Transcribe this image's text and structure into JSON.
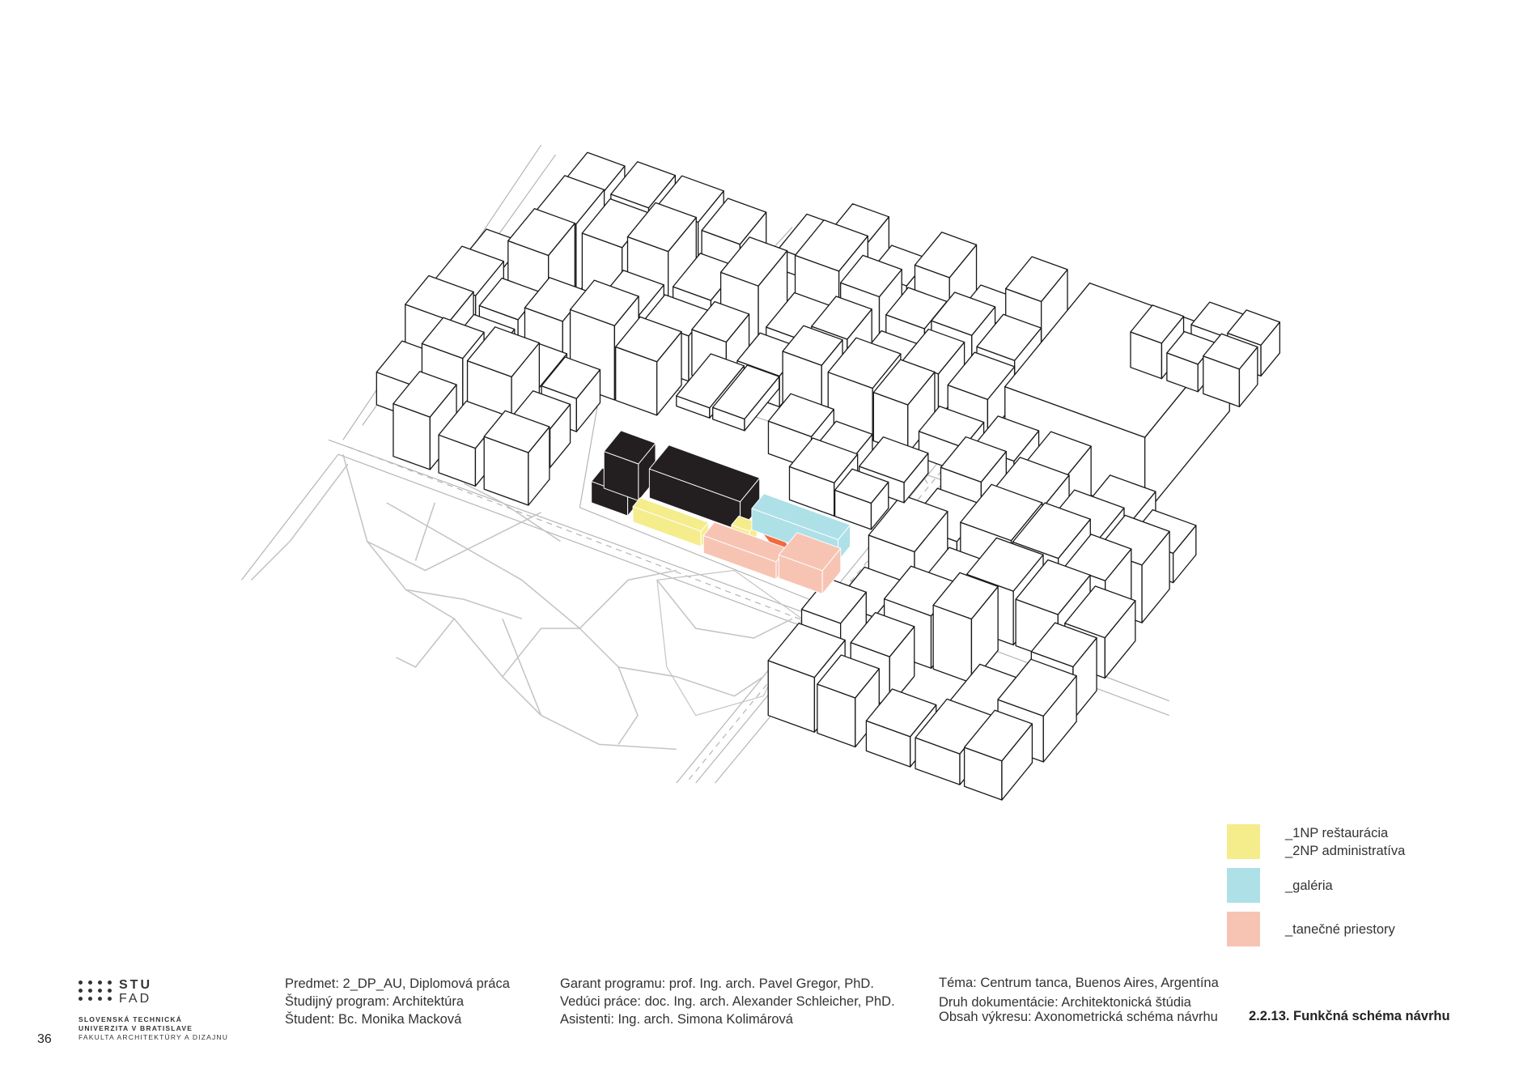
{
  "drawing": {
    "title": "2.2.13. Funkčná schéma návrhu",
    "page_number": "36"
  },
  "legend": [
    {
      "lines": [
        "_1NP reštaurácia",
        "_2NP administratíva"
      ],
      "color": "#f5ec8c"
    },
    {
      "lines": [
        "_galéria"
      ],
      "color": "#aee0e8"
    },
    {
      "lines": [
        "_tanečné priestory"
      ],
      "color": "#f7c4b4"
    }
  ],
  "colors": {
    "accent_orange": "#f26a3c",
    "building_dark": "#231f20",
    "line": "#1a1a1a",
    "street": "#b5b5b5"
  },
  "logo": {
    "mark_top": "STU",
    "mark_bottom": "FAD",
    "line1": "SLOVENSKÁ TECHNICKÁ",
    "line2": "UNIVERZITA V BRATISLAVE",
    "line3": "FAKULTA ARCHITEKTÚRY A DIZAJNU"
  },
  "footer": {
    "col1": [
      "Predmet: 2_DP_AU, Diplomová práca",
      "Študijný program: Architektúra",
      "Študent: Bc. Monika Macková"
    ],
    "col2": [
      "Garant programu: prof. Ing. arch. Pavel Gregor, PhD.",
      "Vedúci práce: doc. Ing. arch. Alexander Schleicher, PhD.",
      "Asistenti: Ing. arch. Simona Kolimárová"
    ],
    "col3": [
      "Téma: Centrum tanca, Buenos Aires, Argentína",
      "Druh dokumentácie: Architektonická štúdia",
      "Obsah výkresu: Axonometrická schéma návrhu"
    ]
  }
}
